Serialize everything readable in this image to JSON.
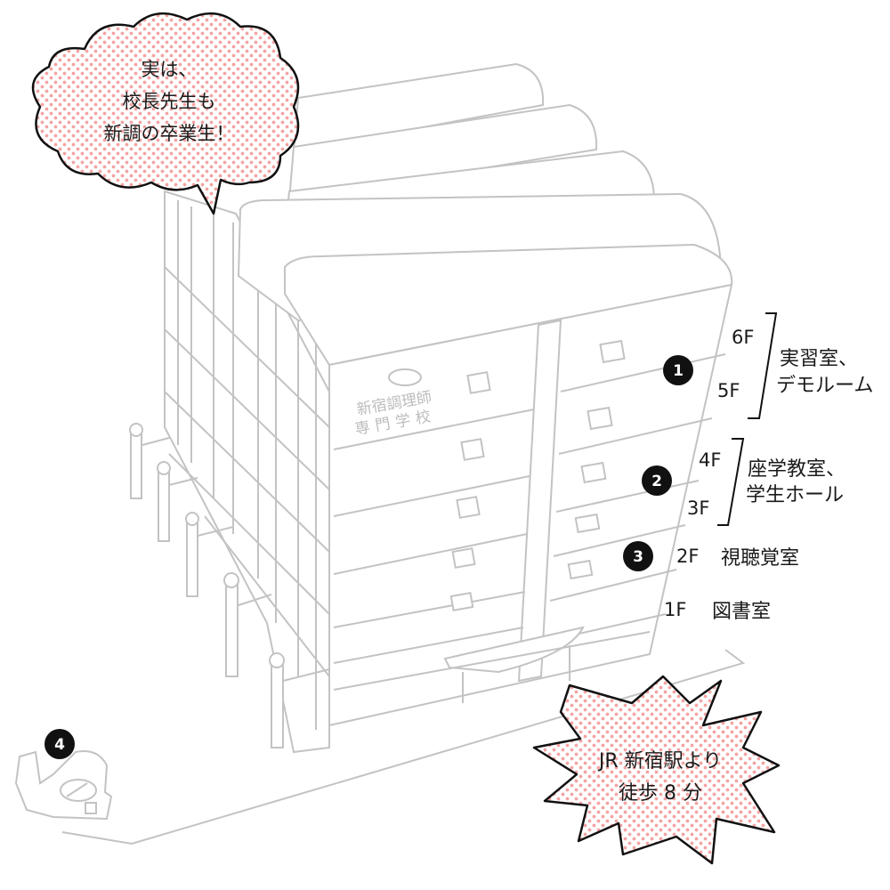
{
  "speech_bubble": {
    "lines": [
      "実は、",
      "校長先生も",
      "新調の卒業生！"
    ]
  },
  "building_sign": {
    "line1": "新宿調理師",
    "line2": "専門学校"
  },
  "floors": [
    {
      "label": "6F"
    },
    {
      "label": "5F"
    },
    {
      "label": "4F"
    },
    {
      "label": "3F"
    },
    {
      "label": "2F"
    },
    {
      "label": "1F"
    }
  ],
  "markers": [
    "1",
    "2",
    "3",
    "4"
  ],
  "rooms": {
    "group_6_5": [
      "実習室、",
      "デモルーム"
    ],
    "group_4_3": [
      "座学教室、",
      "学生ホール"
    ],
    "floor_2": "視聴覚室",
    "floor_1": "図書室"
  },
  "access_burst": {
    "lines": [
      "JR 新宿駅より",
      "徒歩 8 分"
    ]
  },
  "colors": {
    "dot_pattern": "#f4a3a3",
    "outline": "#c3c3c3",
    "marker_fill": "#111111",
    "text": "#1a1a1a"
  }
}
